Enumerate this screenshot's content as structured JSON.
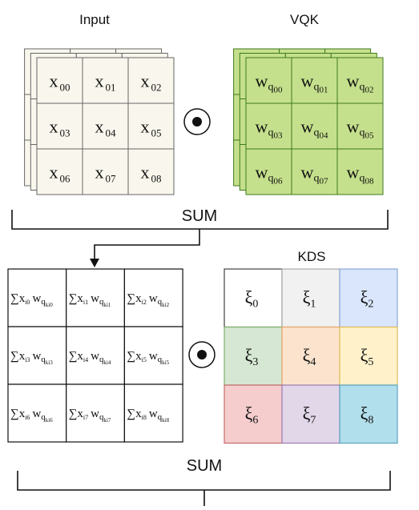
{
  "labels": {
    "input": "Input",
    "vqk": "VQK",
    "kds": "KDS",
    "sum_top": "SUM",
    "sum_bottom": "SUM"
  },
  "input_cube": {
    "base": "x",
    "subs": [
      "00",
      "01",
      "02",
      "03",
      "04",
      "05",
      "06",
      "07",
      "08"
    ],
    "fill": "#f9f7ed",
    "stroke": "#666666"
  },
  "vqk_cube": {
    "base": "w",
    "sub_base": "q",
    "subs": [
      "00",
      "01",
      "02",
      "03",
      "04",
      "05",
      "06",
      "07",
      "08"
    ],
    "fill": "#c5e08c",
    "stroke": "#3f7a1c"
  },
  "operator": {
    "symbol": "●"
  },
  "sum_grid": {
    "cells": [
      {
        "x": "i0",
        "w": "ki0"
      },
      {
        "x": "i1",
        "w": "ki1"
      },
      {
        "x": "i2",
        "w": "ki2"
      },
      {
        "x": "i3",
        "w": "ki3"
      },
      {
        "x": "i4",
        "w": "ki4"
      },
      {
        "x": "i5",
        "w": "ki5"
      },
      {
        "x": "i6",
        "w": "ki6"
      },
      {
        "x": "i7",
        "w": "ki7"
      },
      {
        "x": "i8",
        "w": "ki8"
      }
    ]
  },
  "kds_grid": {
    "symbol": "ξ",
    "cells": [
      {
        "sub": "0",
        "fill": "#ffffff",
        "stroke": "#444444"
      },
      {
        "sub": "1",
        "fill": "#f1f1f1",
        "stroke": "#aaaaaa"
      },
      {
        "sub": "2",
        "fill": "#d9e6fb",
        "stroke": "#8aa6d8"
      },
      {
        "sub": "3",
        "fill": "#d6e8d3",
        "stroke": "#7fb06e"
      },
      {
        "sub": "4",
        "fill": "#fce3cd",
        "stroke": "#e6a66b"
      },
      {
        "sub": "5",
        "fill": "#fff2cb",
        "stroke": "#e0bd58"
      },
      {
        "sub": "6",
        "fill": "#f6cdcd",
        "stroke": "#c46b6b"
      },
      {
        "sub": "7",
        "fill": "#e2d6e9",
        "stroke": "#9d7fb4"
      },
      {
        "sub": "8",
        "fill": "#b2dfec",
        "stroke": "#5aa1bd"
      }
    ]
  }
}
